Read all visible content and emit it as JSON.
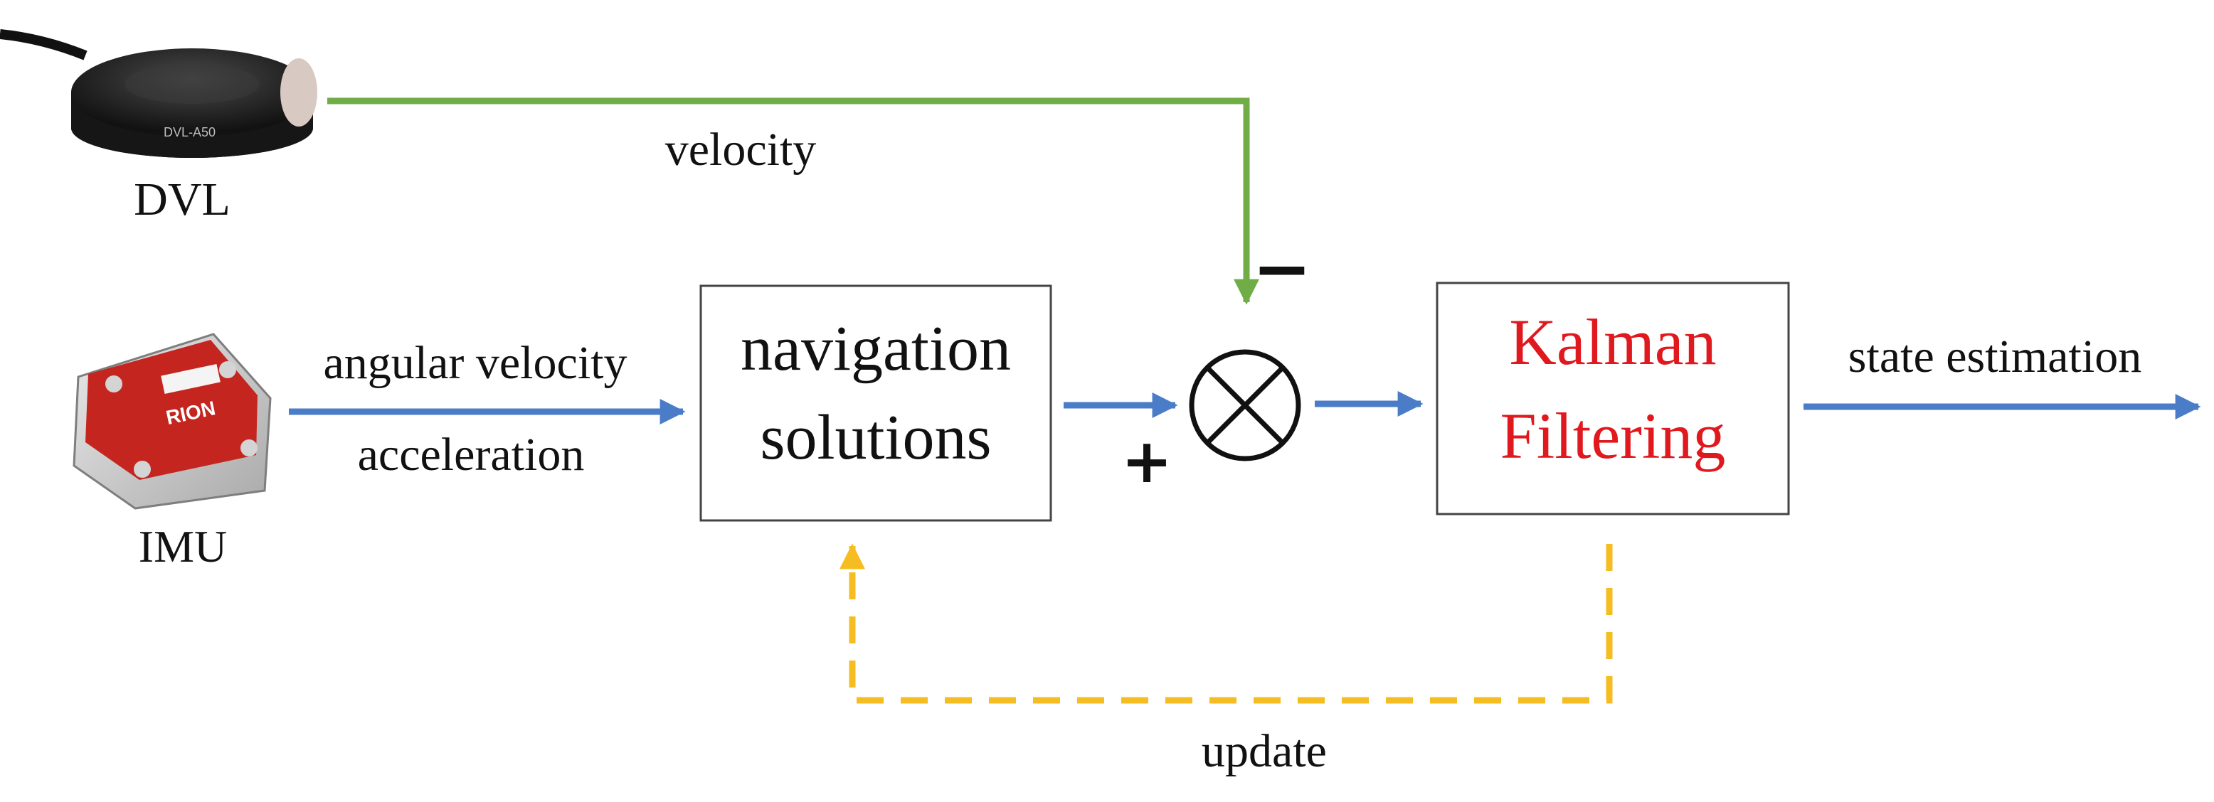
{
  "devices": {
    "dvl": {
      "label": "DVL",
      "icon": "dvl-sensor-icon"
    },
    "imu": {
      "label": "IMU",
      "icon": "imu-sensor-icon",
      "brand_text": "RION"
    }
  },
  "edges": {
    "dvl_velocity": "velocity",
    "imu_line1": "angular velocity",
    "imu_line2": "acceleration",
    "output": "state estimation",
    "feedback": "update"
  },
  "blocks": {
    "navigation": {
      "line1": "navigation",
      "line2": "solutions"
    },
    "kalman": {
      "line1": "Kalman",
      "line2": "Filtering"
    }
  },
  "junction": {
    "minus": "−",
    "plus": "+"
  },
  "colors": {
    "blue_arrow": "#4a7cc7",
    "green_arrow": "#70ad47",
    "yellow_dashed": "#f5bd22",
    "kalman_text": "#e0191f",
    "imu_red": "#c4261f",
    "dvl_body": "#1f1f1f"
  }
}
